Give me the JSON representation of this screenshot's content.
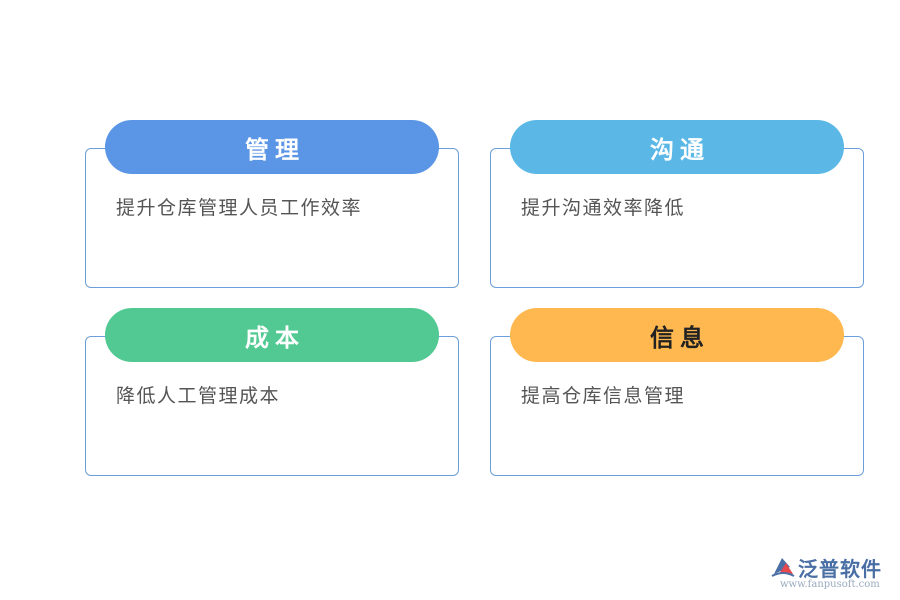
{
  "cards": [
    {
      "title": "管理",
      "text": "提升仓库管理人员工作效率",
      "color": "#5b95e6",
      "title_color": "#ffffff"
    },
    {
      "title": "沟通",
      "text": "提升沟通效率降低",
      "color": "#5ab7e6",
      "title_color": "#ffffff"
    },
    {
      "title": "成本",
      "text": "降低人工管理成本",
      "color": "#52c992",
      "title_color": "#ffffff"
    },
    {
      "title": "信息",
      "text": "提高仓库信息管理",
      "color": "#ffb84f",
      "title_color": "#222222"
    }
  ],
  "card_border_color": "#6b9fd9",
  "brand": {
    "name": "泛普软件",
    "url": "www.fanpusoft.com",
    "icon": "fanpu-logo-icon",
    "color": "#4a6fa5"
  }
}
